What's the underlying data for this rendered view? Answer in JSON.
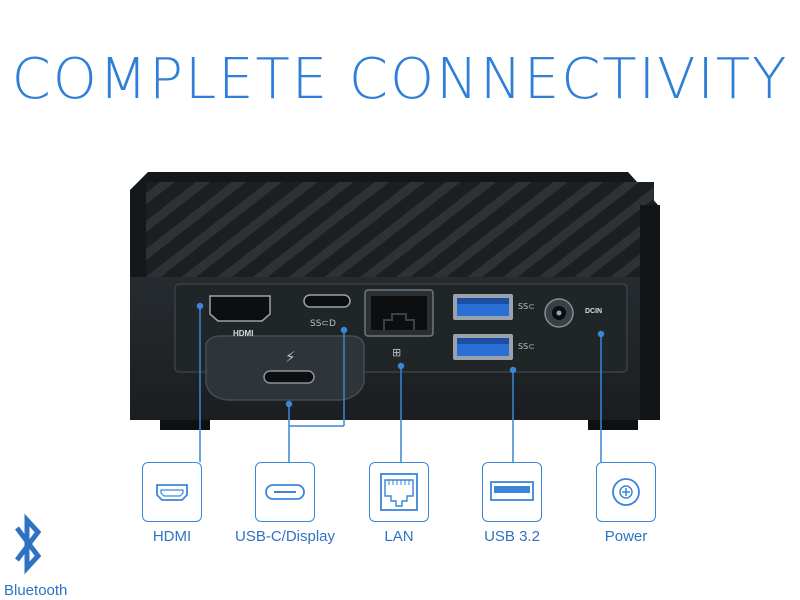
{
  "headline": "COMPLETE CONNECTIVITY",
  "device": {
    "panel_text": {
      "hdmi": "HDMI",
      "usbc_symbol": "SS⊂D",
      "usb_ss_top": "SS⊂",
      "usb_ss_bottom": "SS⊂",
      "dcin": "DCIN"
    }
  },
  "ports": [
    {
      "label": "HDMI",
      "icon": "hdmi-port-icon"
    },
    {
      "label": "USB-C/Display",
      "icon": "usb-c-port-icon"
    },
    {
      "label": "LAN",
      "icon": "ethernet-port-icon"
    },
    {
      "label": "USB 3.2",
      "icon": "usb-a-port-icon"
    },
    {
      "label": "Power",
      "icon": "power-jack-icon"
    }
  ],
  "bluetooth": {
    "label": "Bluetooth",
    "icon": "bluetooth-icon"
  },
  "colors": {
    "accent": "#2f7fd8",
    "line": "#3a86d9",
    "device": "#1f2326"
  }
}
